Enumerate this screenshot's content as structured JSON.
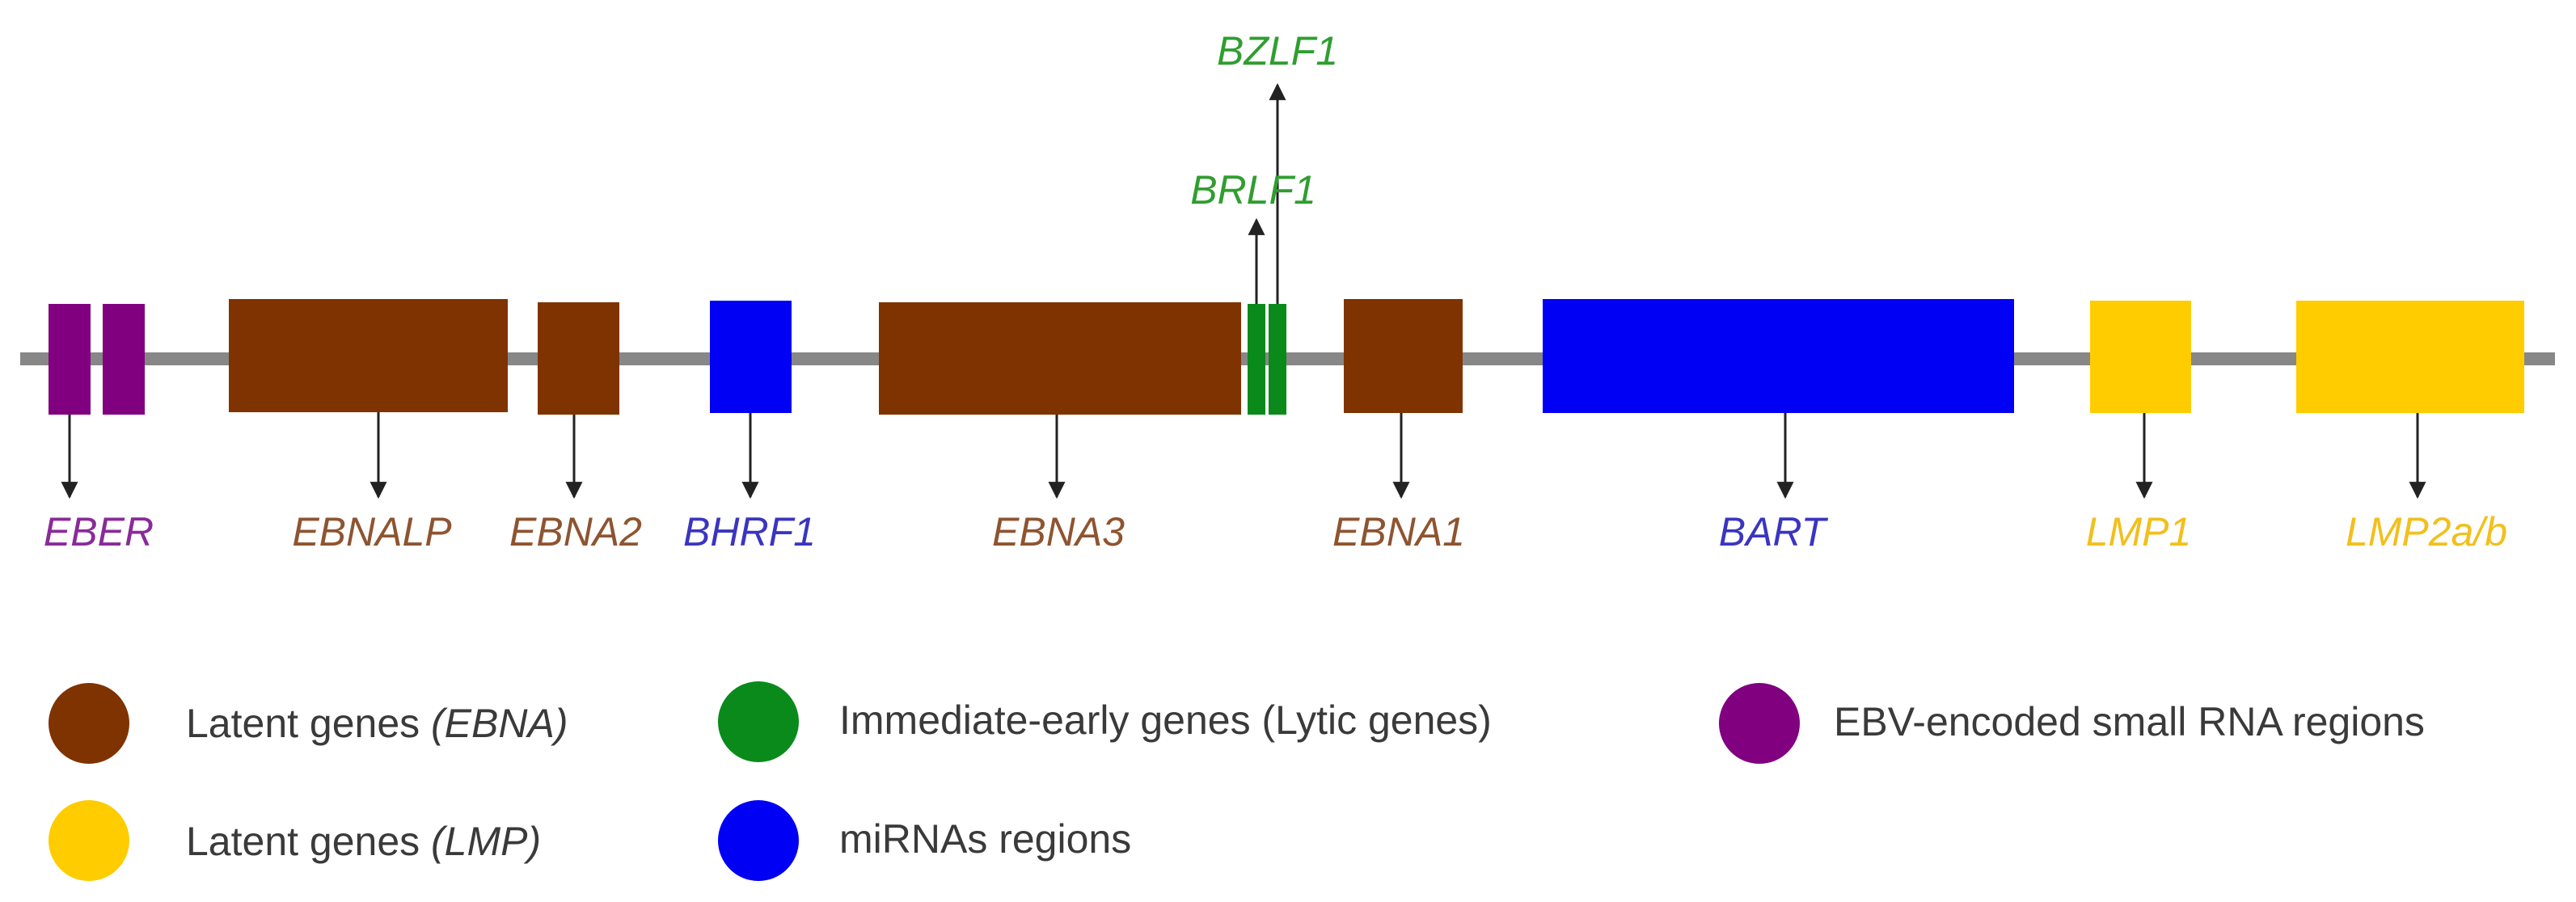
{
  "colors": {
    "latent_ebna": "#7f3300",
    "latent_ebna_label": "#8e5430",
    "latent_lmp": "#ffcc00",
    "latent_lmp_label": "#f2bf1c",
    "immediate_early": "#0a8a1a",
    "immediate_early_label": "#2f9e2f",
    "mirna": "#0000f5",
    "mirna_label": "#3a35c0",
    "ebv_small_rna": "#800080",
    "ebv_small_rna_label": "#8a2a9a",
    "genome_line": "#878787",
    "arrow": "#222222",
    "legend_text": "#3a3a3a"
  },
  "genes": [
    {
      "id": "eber",
      "label": "EBER",
      "category": "ebv_small_rna"
    },
    {
      "id": "ebnalp",
      "label": "EBNALP",
      "category": "latent_ebna"
    },
    {
      "id": "ebna2",
      "label": "EBNA2",
      "category": "latent_ebna"
    },
    {
      "id": "bhrf1",
      "label": "BHRF1",
      "category": "mirna"
    },
    {
      "id": "ebna3",
      "label": "EBNA3",
      "category": "latent_ebna"
    },
    {
      "id": "brlf1",
      "label": "BRLF1",
      "category": "immediate_early"
    },
    {
      "id": "bzlf1",
      "label": "BZLF1",
      "category": "immediate_early"
    },
    {
      "id": "ebna1",
      "label": "EBNA1",
      "category": "latent_ebna"
    },
    {
      "id": "bart",
      "label": "BART",
      "category": "mirna"
    },
    {
      "id": "lmp1",
      "label": "LMP1",
      "category": "latent_lmp"
    },
    {
      "id": "lmp2ab",
      "label": "LMP2a/b",
      "category": "latent_lmp"
    }
  ],
  "legend": [
    {
      "id": "latent-ebna",
      "text": "Latent genes ",
      "italic": "(EBNA)",
      "suffix": "",
      "category": "latent_ebna"
    },
    {
      "id": "immediate-early",
      "text": "Immediate-early genes (Lytic genes)",
      "italic": "",
      "suffix": "",
      "category": "immediate_early"
    },
    {
      "id": "ebv-small-rna",
      "text": "EBV-encoded small RNA regions",
      "italic": "",
      "suffix": "",
      "category": "ebv_small_rna"
    },
    {
      "id": "latent-lmp",
      "text": "Latent genes ",
      "italic": "(LMP)",
      "suffix": "",
      "category": "latent_lmp"
    },
    {
      "id": "mirna",
      "text": "miRNAs regions",
      "italic": "",
      "suffix": "",
      "category": "mirna"
    }
  ]
}
